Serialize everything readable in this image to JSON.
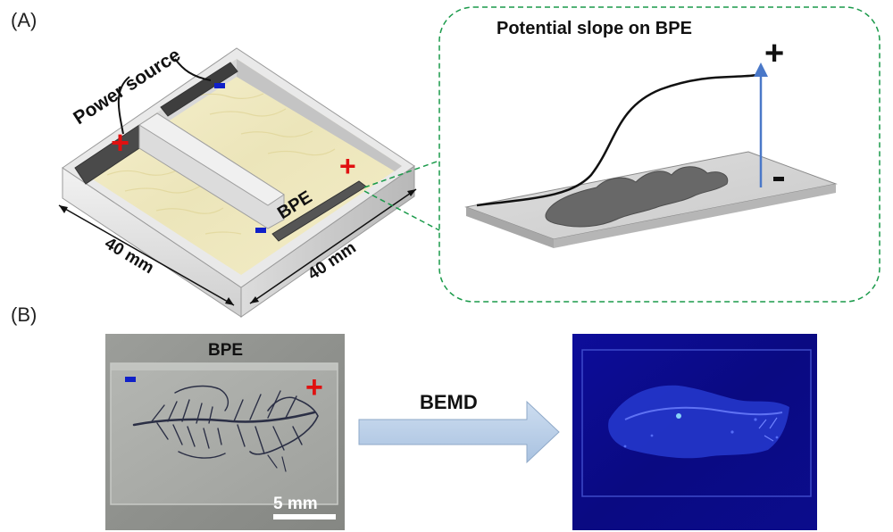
{
  "panel_a": {
    "label": "(A)",
    "power_source_label": "Power source",
    "bpe_label": "BPE",
    "dim_left": "40 mm",
    "dim_right": "40 mm",
    "plus": "+",
    "minus": "-"
  },
  "inset": {
    "title": "Potential slope on BPE",
    "plus": "+",
    "minus": "-"
  },
  "panel_b": {
    "label": "(B)",
    "bpe_label": "BPE",
    "scale_bar": "5 mm",
    "arrow_label": "BEMD",
    "plus": "+",
    "minus": "-"
  },
  "colors": {
    "anode_red": "#e01010",
    "cathode_blue": "#1020c8",
    "inset_border": "#1a9a4a",
    "potential_arrow": "#4a78c8",
    "bemd_arrow": "#b8cde6",
    "fluorescence_bg": "#0a0a88"
  }
}
